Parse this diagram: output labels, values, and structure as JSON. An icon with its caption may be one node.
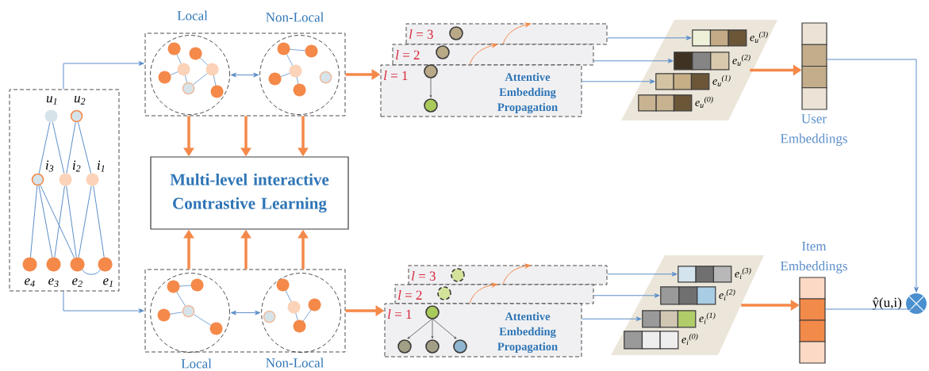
{
  "diagram": {
    "nodes": [
      {
        "text": [],
        "shape": "box"
      },
      {
        "text": [],
        "shape": "circle",
        "beside": [
          "u$_{1}$"
        ],
        "in": 0
      },
      {
        "text": [],
        "shape": "circle",
        "beside": [
          "u$_{2}$"
        ],
        "in": 0
      },
      {
        "text": [],
        "shape": "circle",
        "beside": [
          "i$_{3}$"
        ],
        "in": 0
      },
      {
        "text": [],
        "shape": "circle",
        "beside": [
          "i$_{2}$"
        ],
        "in": 0
      },
      {
        "text": [],
        "shape": "circle",
        "beside": [
          "i$_{1}$"
        ],
        "in": 0
      },
      {
        "text": [],
        "shape": "circle",
        "beside": [
          "e$_{4}$"
        ],
        "in": 0
      },
      {
        "text": [],
        "shape": "circle",
        "beside": [
          "e$_{3}$"
        ],
        "in": 0
      },
      {
        "text": [],
        "shape": "circle",
        "beside": [
          "e$_{2}$"
        ],
        "in": 0
      },
      {
        "text": [],
        "shape": "circle",
        "beside": [
          "e$_{1}$"
        ],
        "in": 0
      },
      {
        "text": [],
        "shape": "box"
      },
      {
        "text": [],
        "shape": "circle",
        "beside": [
          "Local"
        ],
        "in": 10
      },
      {
        "text": [],
        "shape": "circle",
        "beside": [
          "Non-Local"
        ],
        "in": 10
      },
      {
        "text": [],
        "shape": "box"
      },
      {
        "text": [],
        "shape": "circle",
        "beside": [
          "Local"
        ],
        "in": 13
      },
      {
        "text": [],
        "shape": "circle",
        "beside": [
          "Non-Local"
        ],
        "in": 13
      },
      {
        "text": [
          "Multi-level interactive Contrastive Learning"
        ]
      },
      {
        "text": [
          "*l* = 3"
        ]
      },
      {
        "text": [
          "*l* = 2"
        ]
      },
      {
        "text": [
          "*l* = 1",
          "Attentive Embedding Propagation"
        ]
      },
      {
        "text": [],
        "shape": "parallelogram"
      },
      {
        "text": [],
        "shape": "bar",
        "beside": [
          "e$_{u}$$^{(3)}$"
        ],
        "in": 20
      },
      {
        "text": [],
        "shape": "bar",
        "beside": [
          "e$_{u}$$^{(2)}$"
        ],
        "in": 20
      },
      {
        "text": [],
        "shape": "bar",
        "beside": [
          "e$_{u}$$^{(1)}$"
        ],
        "in": 20
      },
      {
        "text": [],
        "shape": "bar",
        "beside": [
          "e$_{u}$$^{(0)}$"
        ],
        "in": 20
      },
      {
        "text": [],
        "shape": "bar",
        "beside": [
          "User Embeddings"
        ]
      },
      {
        "text": [
          "*l* = 3"
        ]
      },
      {
        "text": [
          "*l* = 2"
        ]
      },
      {
        "text": [
          "*l* = 1",
          "Attentive Embedding Propagation"
        ]
      },
      {
        "text": [],
        "shape": "parallelogram"
      },
      {
        "text": [],
        "shape": "bar",
        "beside": [
          "e$_{i}$$^{(3)}$"
        ],
        "in": 29
      },
      {
        "text": [],
        "shape": "bar",
        "beside": [
          "e$_{i}$$^{(2)}$"
        ],
        "in": 29
      },
      {
        "text": [],
        "shape": "bar",
        "beside": [
          "e$_{i}$$^{(1)}$"
        ],
        "in": 29
      },
      {
        "text": [],
        "shape": "bar",
        "beside": [
          "e$_{i}$$^{(0)}$"
        ],
        "in": 29
      },
      {
        "text": [],
        "shape": "bar",
        "beside": [
          "Item Embeddings"
        ]
      },
      {
        "text": [],
        "shape": "circle",
        "beside": [
          "ŷ(u,i)"
        ]
      }
    ],
    "edges": [
      {
        "from": 0,
        "to": 10,
        "arrow": "to"
      },
      {
        "from": 0,
        "to": 13,
        "arrow": "to"
      },
      {
        "from": 1,
        "to": 3,
        "arrow": "none"
      },
      {
        "from": 1,
        "to": 4,
        "arrow": "none"
      },
      {
        "from": 2,
        "to": 4,
        "arrow": "none"
      },
      {
        "from": 2,
        "to": 5,
        "arrow": "none"
      },
      {
        "from": 3,
        "to": 6,
        "arrow": "none"
      },
      {
        "from": 3,
        "to": 7,
        "arrow": "none"
      },
      {
        "from": 3,
        "to": 8,
        "arrow": "none"
      },
      {
        "from": 4,
        "to": 7,
        "arrow": "none"
      },
      {
        "from": 4,
        "to": 8,
        "arrow": "none"
      },
      {
        "from": 5,
        "to": 8,
        "arrow": "none"
      },
      {
        "from": 5,
        "to": 9,
        "arrow": "none"
      },
      {
        "from": 8,
        "to": 9,
        "arrow": "none"
      },
      {
        "from": 11,
        "to": 12,
        "arrow": "both"
      },
      {
        "from": 14,
        "to": 15,
        "arrow": "both"
      },
      {
        "from": 10,
        "to": 16,
        "arrow": "to",
        "style": "thick",
        "color": "#f4894a"
      },
      {
        "from": 10,
        "to": 16,
        "arrow": "to",
        "style": "thick",
        "color": "#f4894a"
      },
      {
        "from": 10,
        "to": 16,
        "arrow": "to",
        "style": "thick",
        "color": "#f4894a"
      },
      {
        "from": 13,
        "to": 16,
        "arrow": "to",
        "style": "thick",
        "color": "#f4894a"
      },
      {
        "from": 13,
        "to": 16,
        "arrow": "to",
        "style": "thick",
        "color": "#f4894a"
      },
      {
        "from": 13,
        "to": 16,
        "arrow": "to",
        "style": "thick",
        "color": "#f4894a"
      },
      {
        "from": 10,
        "to": 19,
        "arrow": "to",
        "style": "thick",
        "color": "#f4894a"
      },
      {
        "from": 13,
        "to": 28,
        "arrow": "to",
        "style": "thick",
        "color": "#f4894a"
      },
      {
        "from": 19,
        "to": 18,
        "arrow": "to",
        "color": "#f4894a"
      },
      {
        "from": 18,
        "to": 17,
        "arrow": "to",
        "color": "#f4894a"
      },
      {
        "from": 28,
        "to": 27,
        "arrow": "to",
        "color": "#f4894a"
      },
      {
        "from": 27,
        "to": 26,
        "arrow": "to",
        "color": "#f4894a"
      },
      {
        "from": 17,
        "to": 21,
        "arrow": "to"
      },
      {
        "from": 18,
        "to": 22,
        "arrow": "to"
      },
      {
        "from": 19,
        "to": 23,
        "arrow": "to"
      },
      {
        "from": 26,
        "to": 30,
        "arrow": "to"
      },
      {
        "from": 27,
        "to": 31,
        "arrow": "to"
      },
      {
        "from": 28,
        "to": 32,
        "arrow": "to"
      },
      {
        "from": 20,
        "to": 25,
        "arrow": "to",
        "style": "thick",
        "color": "#f4894a"
      },
      {
        "from": 29,
        "to": 34,
        "arrow": "to",
        "style": "thick",
        "color": "#f4894a"
      },
      {
        "from": 25,
        "to": 35,
        "arrow": "to"
      },
      {
        "from": 34,
        "to": 35,
        "arrow": "to"
      }
    ]
  }
}
